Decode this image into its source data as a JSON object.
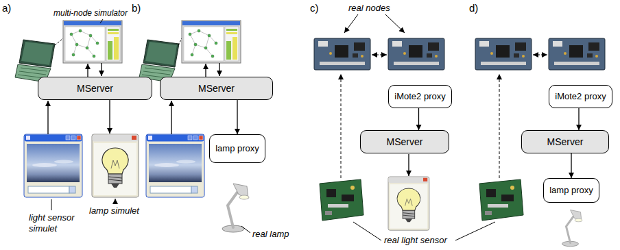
{
  "diagram": {
    "nodes": [
      {
        "text": [
          "MServer"
        ]
      },
      {
        "text": [
          "MServer"
        ]
      },
      {
        "text": [
          "lamp proxy"
        ]
      },
      {
        "text": [
          "iMote2 proxy"
        ]
      },
      {
        "text": [
          "MServer"
        ]
      },
      {
        "text": [
          "iMote2 proxy"
        ]
      },
      {
        "text": [
          "MServer"
        ]
      },
      {
        "text": [
          "lamp proxy"
        ]
      }
    ],
    "edges": [
      {
        "from": 1,
        "to": 2,
        "arrow": "to"
      },
      {
        "from": 3,
        "to": 4,
        "arrow": "to"
      },
      {
        "from": 5,
        "to": 6,
        "arrow": "to"
      },
      {
        "from": 6,
        "to": 7,
        "arrow": "to"
      }
    ],
    "labels": [
      "a)",
      "multi-node simulator",
      "light sensor simulet",
      "lamp simulet",
      "b)",
      "real lamp",
      "c)",
      "real nodes",
      "real light sensor",
      "d)"
    ]
  }
}
